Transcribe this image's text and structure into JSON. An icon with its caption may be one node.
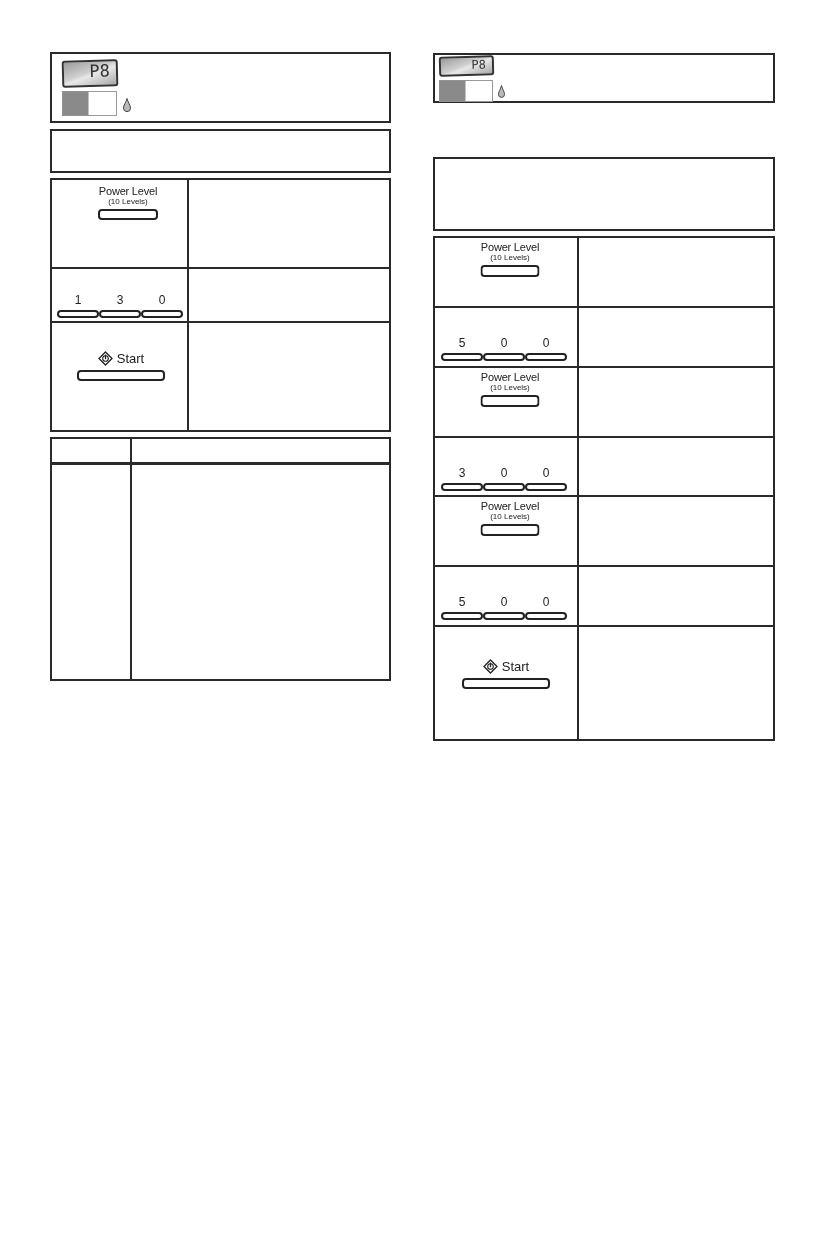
{
  "diagram": {
    "nodes": [
      {
        "text": [
          "P8"
        ]
      },
      {
        "text": [],
        "shape": "box"
      },
      {
        "text": [
          "Power Level",
          "(10 Levels)"
        ]
      },
      {
        "text": [
          "1",
          "3",
          "0"
        ]
      },
      {
        "text": [
          "Start"
        ]
      },
      {
        "text": [
          "P8"
        ]
      },
      {
        "text": [],
        "shape": "box"
      },
      {
        "text": [
          "Power Level",
          "(10 Levels)"
        ]
      },
      {
        "text": [
          "5",
          "0",
          "0"
        ]
      },
      {
        "text": [
          "Power Level",
          "(10 Levels)"
        ]
      },
      {
        "text": [
          "3",
          "0",
          "0"
        ]
      },
      {
        "text": [
          "Power Level",
          "(10 Levels)"
        ]
      },
      {
        "text": [
          "5",
          "0",
          "0"
        ]
      },
      {
        "text": [
          "Start"
        ]
      }
    ]
  }
}
